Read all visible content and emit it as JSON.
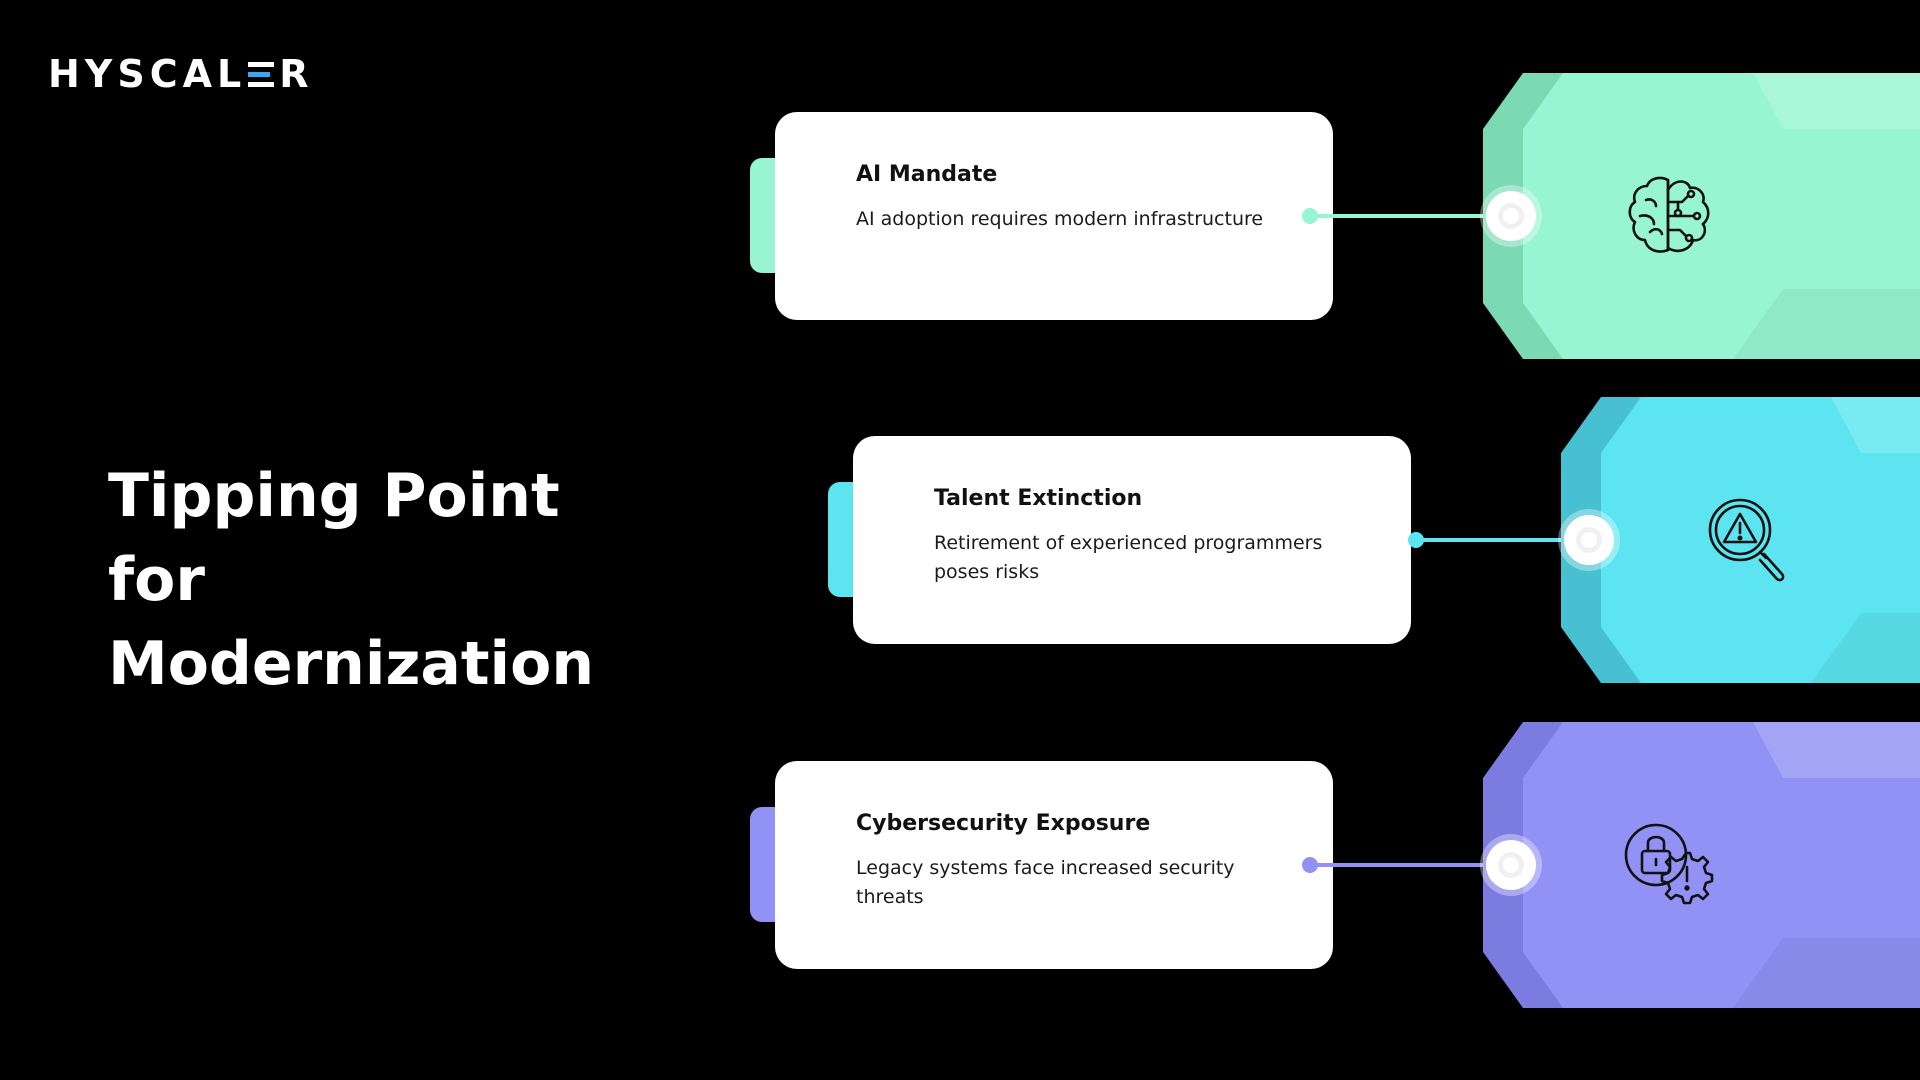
{
  "brand": {
    "logo_start": "HYSCAL",
    "logo_end": "R"
  },
  "heading": {
    "line1": "Tipping Point for",
    "line2": "Modernization"
  },
  "items": [
    {
      "title": "AI Mandate",
      "description": "AI adoption requires modern infrastructure",
      "icon": "brain-circuit-icon",
      "color": "#97f5d3",
      "color_dark": "#7bd9b4"
    },
    {
      "title": "Talent Extinction",
      "description": "Retirement of experienced programmers poses risks",
      "icon": "magnifier-warning-icon",
      "color": "#5ce5f0",
      "color_dark": "#47c0d2"
    },
    {
      "title": "Cybersecurity Exposure",
      "description": "Legacy systems face increased security threats",
      "icon": "lock-gear-alert-icon",
      "color": "#9191f6",
      "color_dark": "#7b7be0"
    }
  ]
}
